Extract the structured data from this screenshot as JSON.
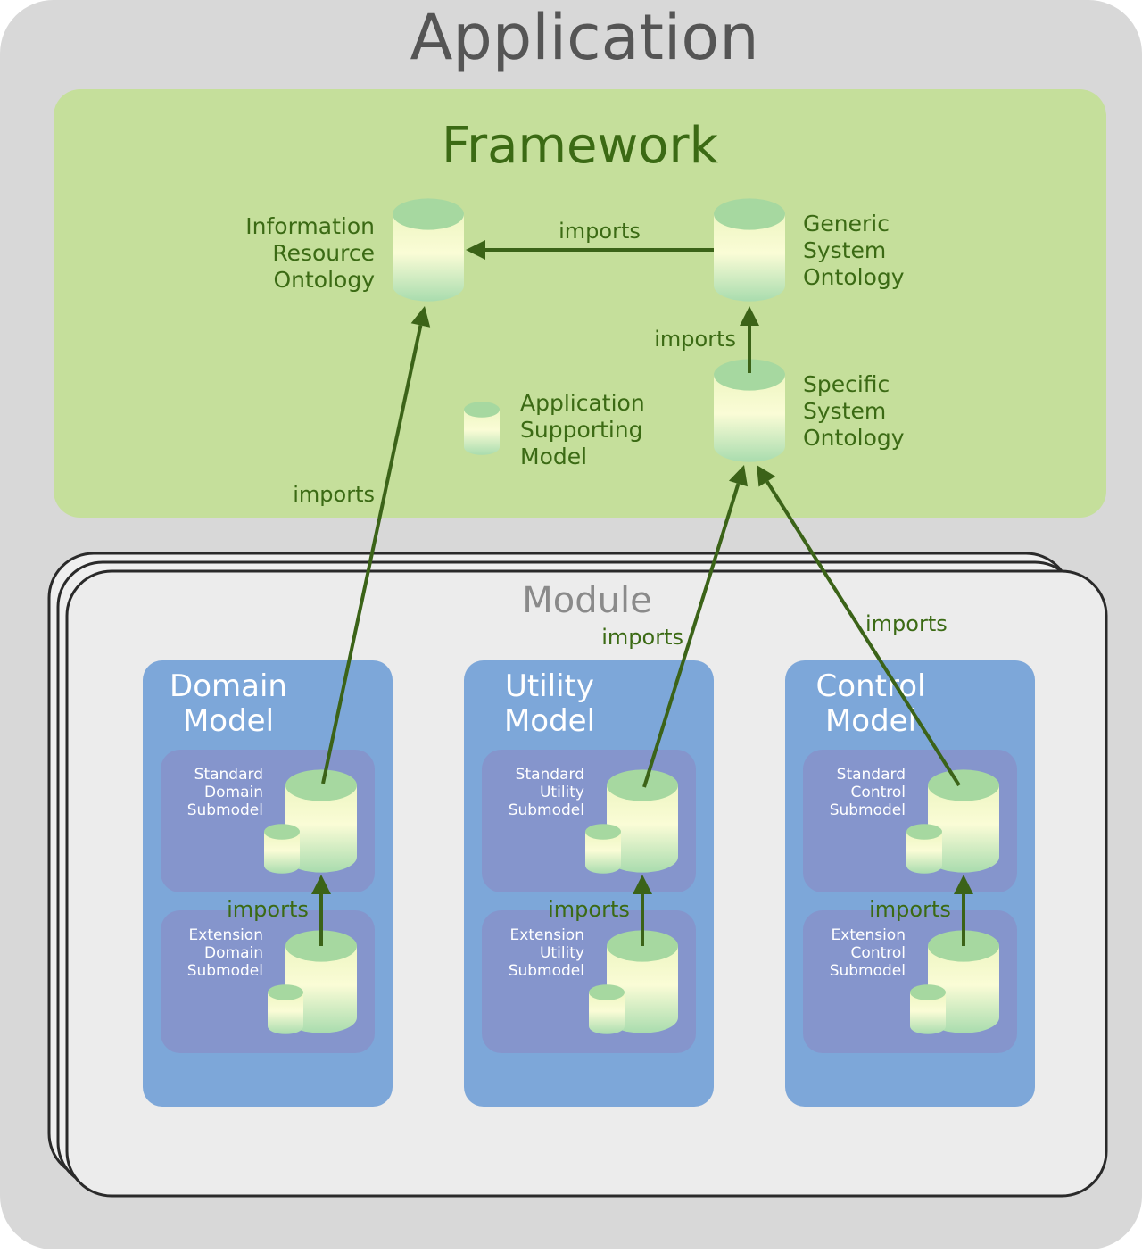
{
  "application": {
    "title": "Application"
  },
  "framework": {
    "title": "Framework",
    "information_resource": [
      "Information",
      "Resource",
      "Ontology"
    ],
    "generic_system": [
      "Generic",
      "System",
      "Ontology"
    ],
    "specific_system": [
      "Specific",
      "System",
      "Ontology"
    ],
    "application_supporting": [
      "Application",
      "Supporting",
      "Model"
    ]
  },
  "module": {
    "title": "Module",
    "models": [
      {
        "title": [
          "Domain",
          "Model"
        ],
        "standard": [
          "Standard",
          "Domain",
          "Submodel"
        ],
        "extension": [
          "Extension",
          "Domain",
          "Submodel"
        ]
      },
      {
        "title": [
          "Utility",
          "Model"
        ],
        "standard": [
          "Standard",
          "Utility",
          "Submodel"
        ],
        "extension": [
          "Extension",
          "Utility",
          "Submodel"
        ]
      },
      {
        "title": [
          "Control",
          "Model"
        ],
        "standard": [
          "Standard",
          "Control",
          "Submodel"
        ],
        "extension": [
          "Extension",
          "Control",
          "Submodel"
        ]
      }
    ]
  },
  "relations": {
    "imports_label": "imports"
  },
  "colors": {
    "outer_bg": "#d8d8d8",
    "framework_bg": "#c5df9b",
    "module_bg": "#ececec",
    "model_bg": "#7da7d9",
    "submodel_bg": "#8595cc",
    "arrow": "#3b6318",
    "framework_text": "#3b6a14",
    "title_text": "#555555",
    "white_text": "#ffffff"
  }
}
